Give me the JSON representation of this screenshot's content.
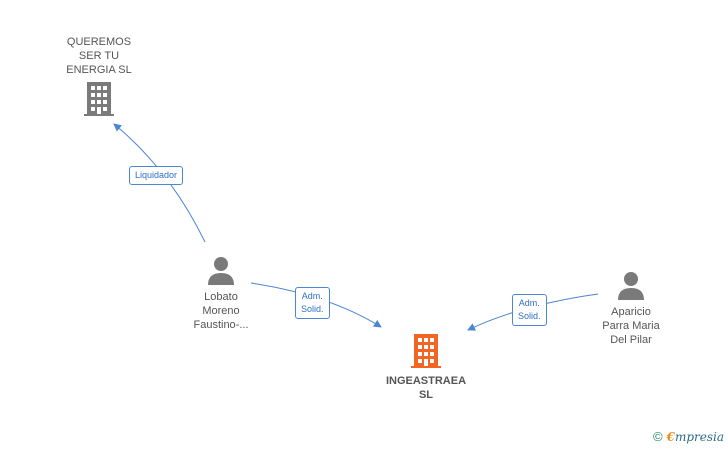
{
  "nodes": {
    "queremos": {
      "label_lines": [
        "QUEREMOS",
        "SER TU",
        "ENERGIA  SL"
      ],
      "type": "company",
      "color": "#7a7a7a"
    },
    "ingea": {
      "label_lines": [
        "INGEASTRAEA",
        "SL"
      ],
      "type": "company",
      "color": "#f26522"
    },
    "lobato": {
      "label_lines": [
        "Lobato",
        "Moreno",
        "Faustino-..."
      ],
      "type": "person",
      "color": "#7a7a7a"
    },
    "aparicio": {
      "label_lines": [
        "Aparicio",
        "Parra Maria",
        "Del Pilar"
      ],
      "type": "person",
      "color": "#7a7a7a"
    }
  },
  "edges": {
    "liquidador": {
      "label_lines": [
        "Liquidador"
      ]
    },
    "adm1": {
      "label_lines": [
        "Adm.",
        "Solid."
      ]
    },
    "adm2": {
      "label_lines": [
        "Adm.",
        "Solid."
      ]
    }
  },
  "colors": {
    "edge": "#4a86d4"
  },
  "brand": {
    "copyright": "©",
    "first": "€",
    "rest": "mpresia"
  }
}
